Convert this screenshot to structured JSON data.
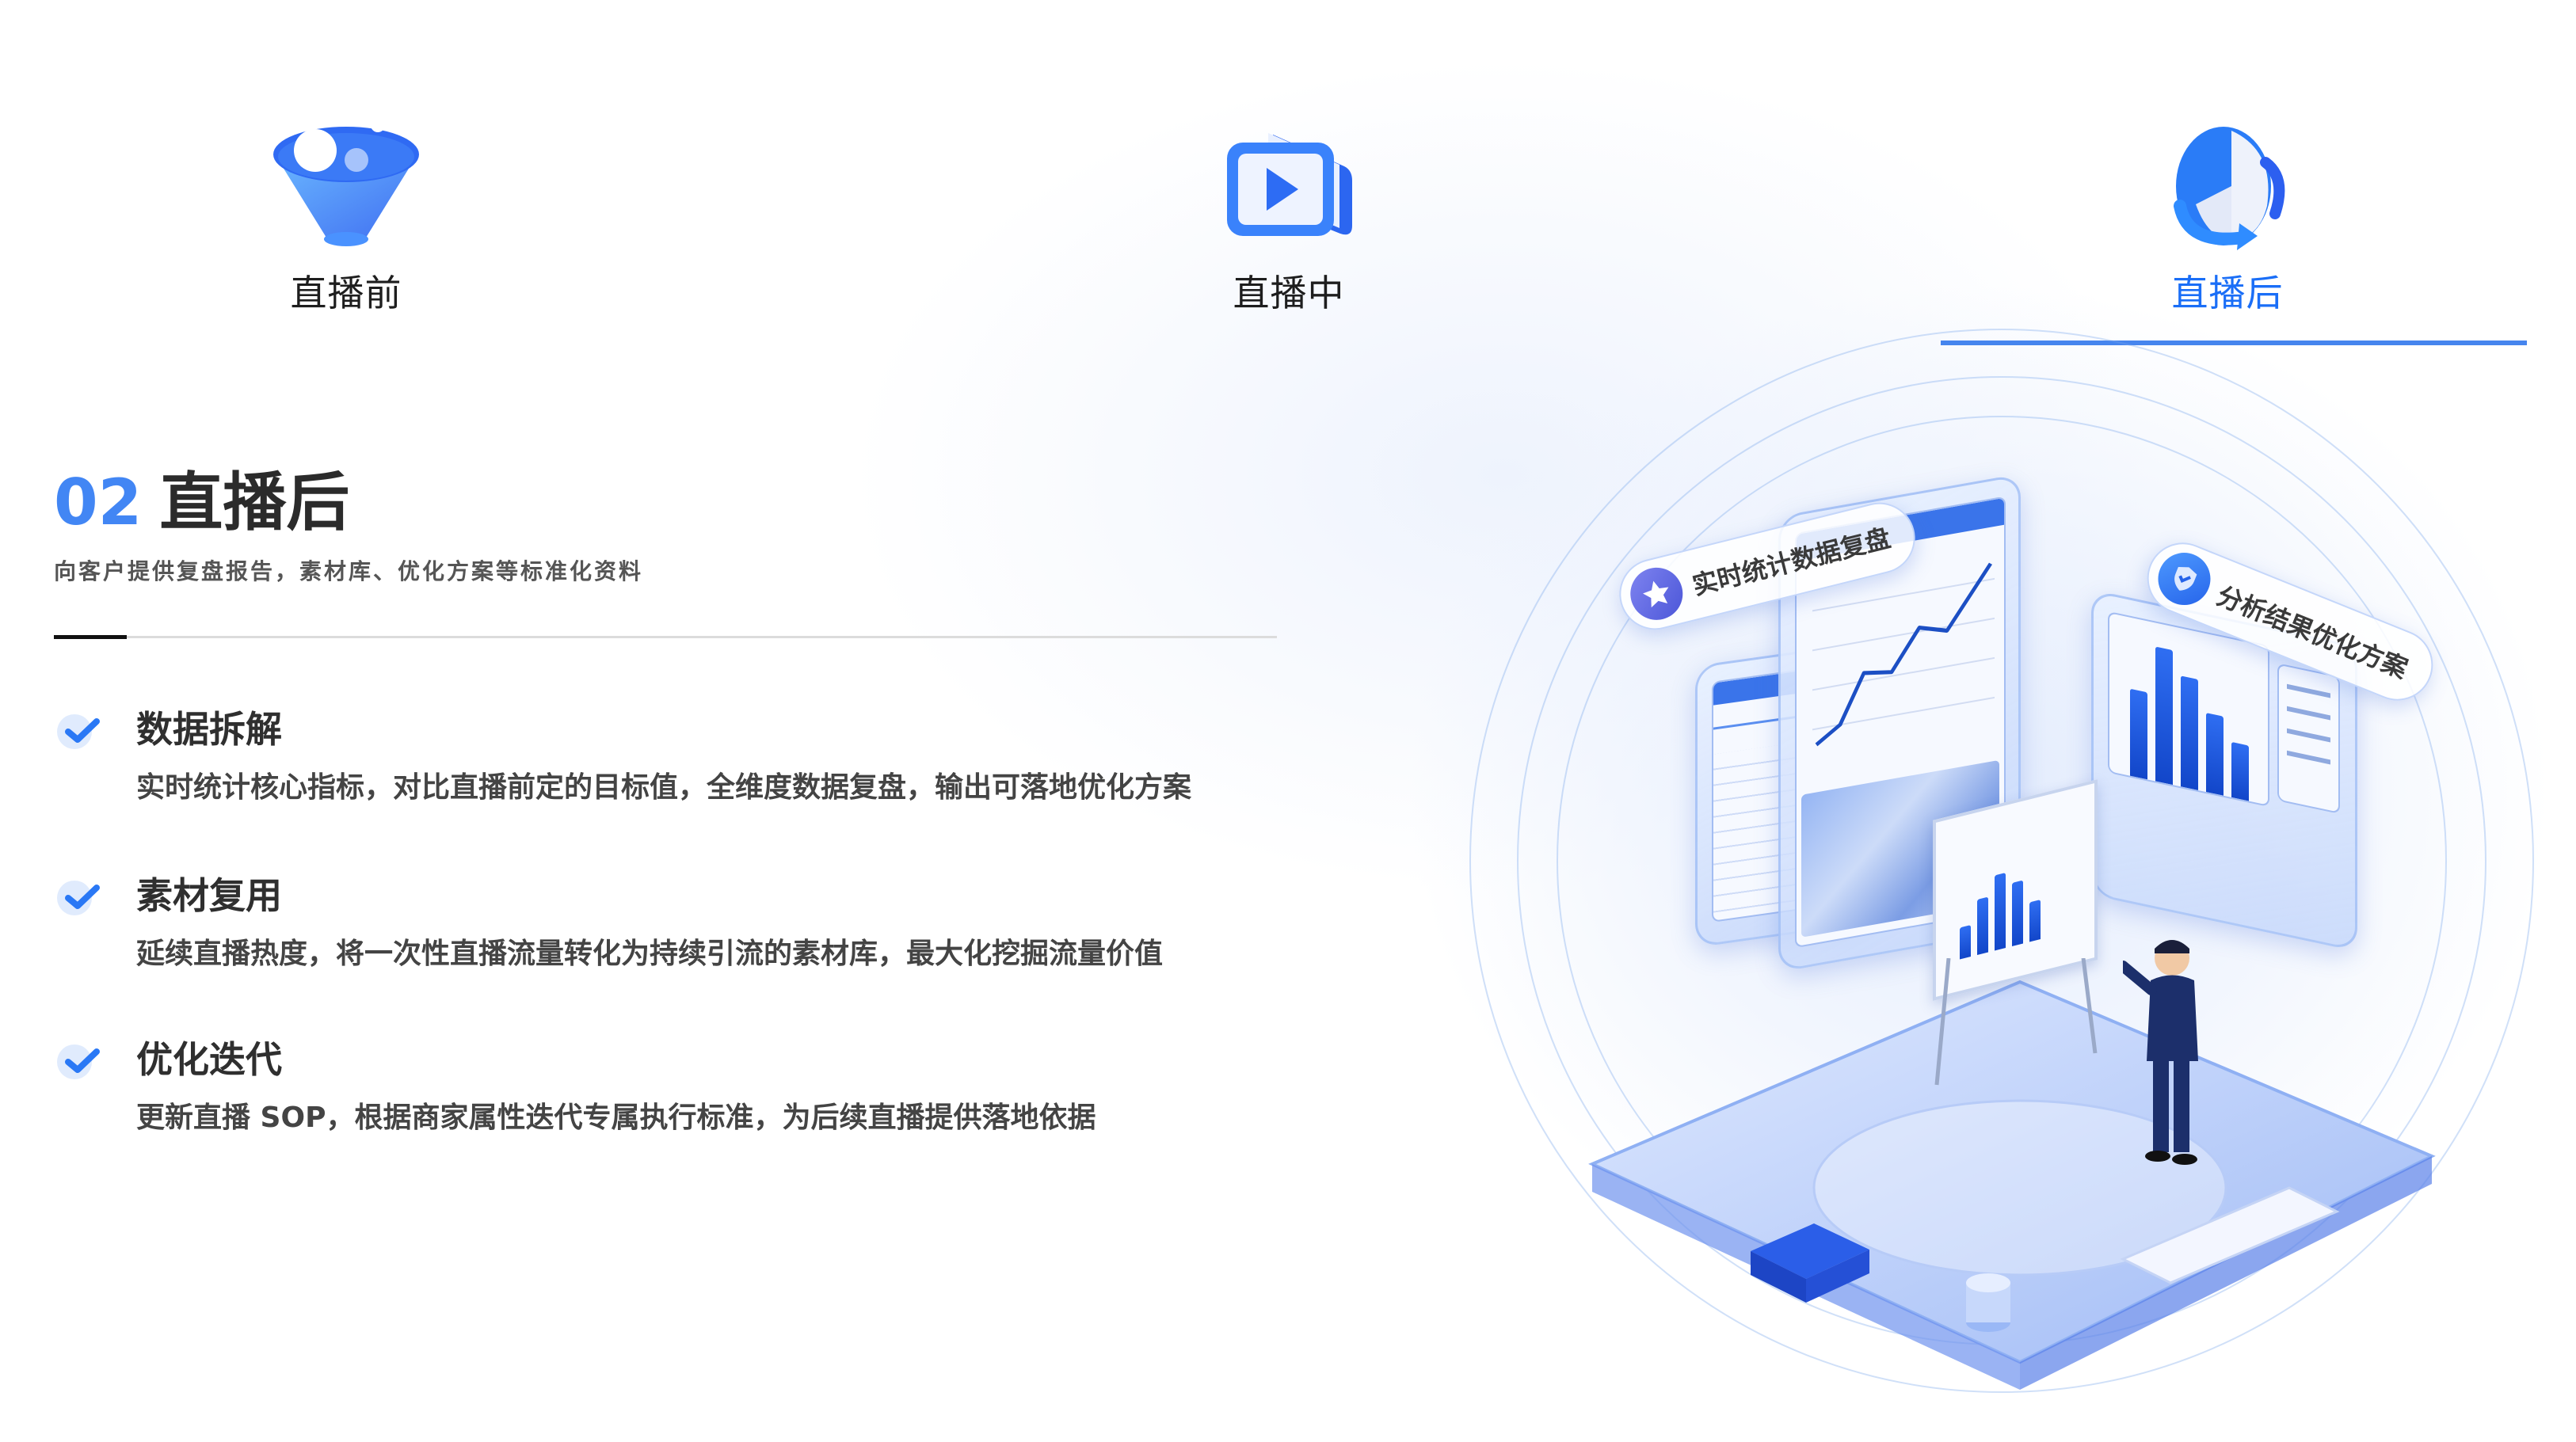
{
  "tabs": [
    {
      "id": "before",
      "label": "直播前",
      "icon": "funnel-icon",
      "active": false
    },
    {
      "id": "during",
      "label": "直播中",
      "icon": "play-video-icon",
      "active": false
    },
    {
      "id": "after",
      "label": "直播后",
      "icon": "pie-chart-cycle-icon",
      "active": true
    }
  ],
  "section": {
    "number": "02",
    "title": "直播后",
    "subtitle": "向客户提供复盘报告，素材库、优化方案等标准化资料"
  },
  "features": [
    {
      "icon": "check-icon",
      "title": "数据拆解",
      "description": "实时统计核心指标，对比直播前定的目标值，全维度数据复盘，输出可落地优化方案"
    },
    {
      "icon": "check-icon",
      "title": "素材复用",
      "description": "延续直播热度，将一次性直播流量转化为持续引流的素材库，最大化挖掘流量价值"
    },
    {
      "icon": "check-icon",
      "title": "优化迭代",
      "description": "更新直播 SOP，根据商家属性迭代专属执行标准，为后续直播提供落地依据"
    }
  ],
  "illustration": {
    "label_left": "实时统计数据复盘",
    "label_right": "分析结果优化方案"
  },
  "colors": {
    "accent": "#1a6ef7",
    "number_blue": "#4286f4",
    "underline": "#4685ee",
    "title_text": "#2b2b2b",
    "body_text": "#444444"
  }
}
